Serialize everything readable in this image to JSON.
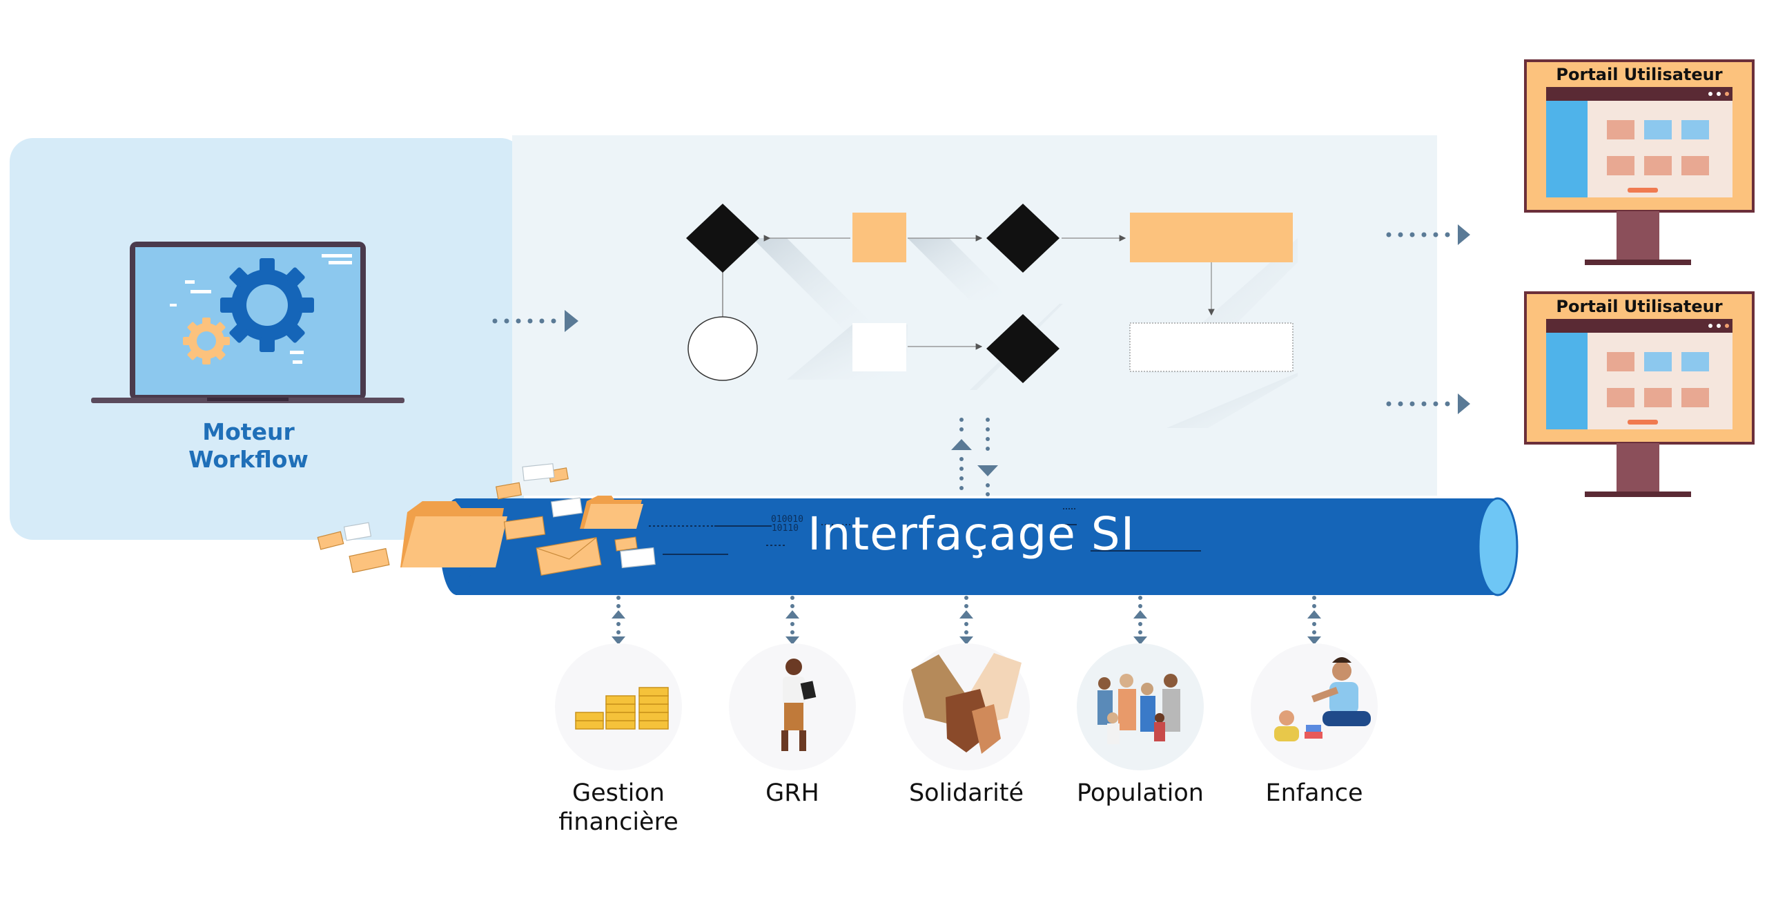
{
  "workflow_engine": {
    "label_line1": "Moteur",
    "label_line2": "Workflow",
    "icon": "gear-icon"
  },
  "integration_bus": {
    "label": "Interfaçage SI",
    "binary_text": [
      "010010",
      "10110"
    ]
  },
  "portals": [
    {
      "title": "Portail Utilisateur"
    },
    {
      "title": "Portail Utilisateur"
    }
  ],
  "categories": [
    {
      "label_line1": "Gestion",
      "label_line2": "financière",
      "icon": "coins-icon"
    },
    {
      "label_line1": "GRH",
      "label_line2": "",
      "icon": "person-tablet-icon"
    },
    {
      "label_line1": "Solidarité",
      "label_line2": "",
      "icon": "holding-hands-icon"
    },
    {
      "label_line1": "Population",
      "label_line2": "",
      "icon": "people-group-icon"
    },
    {
      "label_line1": "Enfance",
      "label_line2": "",
      "icon": "parent-child-icon"
    }
  ],
  "colors": {
    "bus_blue": "#1565b8",
    "bus_cap": "#6ec6f5",
    "panel_light": "#d6ebf8",
    "process_bg": "#edf4f8",
    "accent_orange": "#fcc27d",
    "portal_frame": "#6b2f3a",
    "label_blue": "#1f6fb8",
    "arrow_gray": "#5a7a96"
  }
}
